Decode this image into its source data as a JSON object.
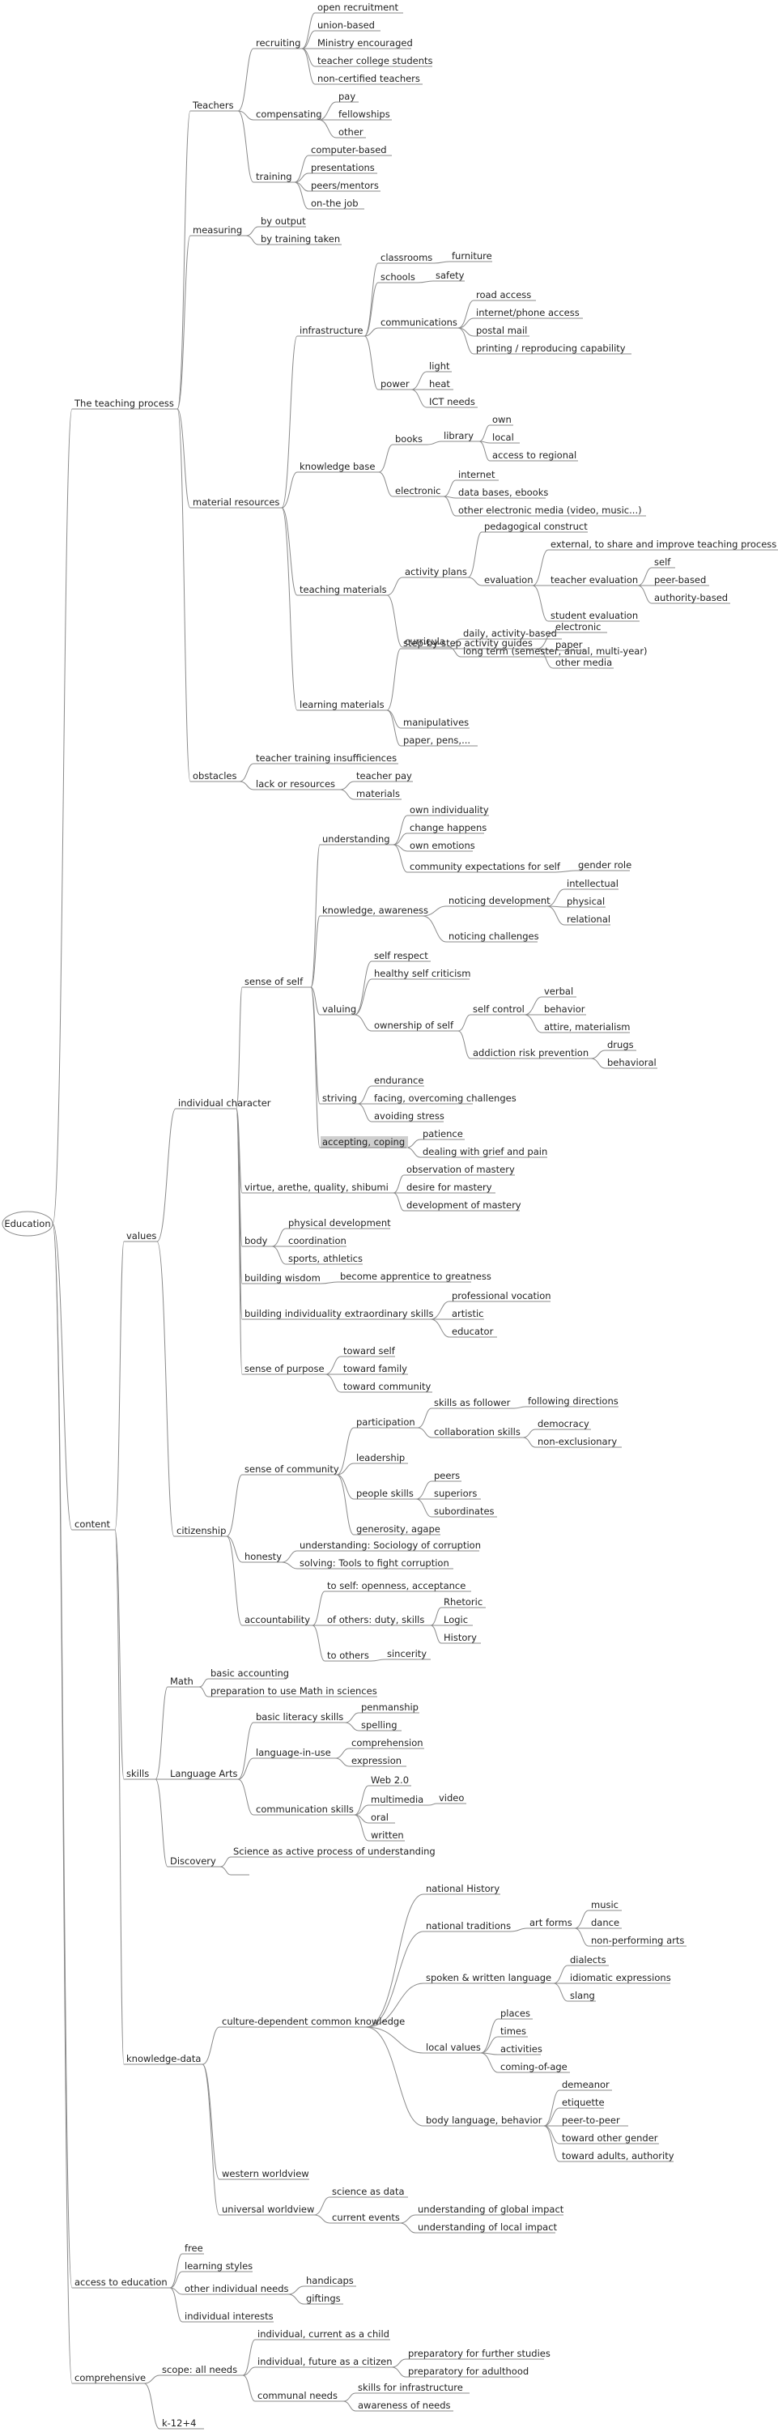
{
  "root": {
    "label": "Education"
  },
  "branches": [
    {
      "id": "teaching",
      "label": "The teaching process",
      "parent": "root"
    },
    {
      "id": "teachers",
      "label": "Teachers",
      "parent": "teaching"
    },
    {
      "id": "recruiting",
      "label": "recruiting",
      "parent": "teachers"
    },
    {
      "id": "r1",
      "label": "open recruitment",
      "parent": "recruiting"
    },
    {
      "id": "r2",
      "label": "union-based",
      "parent": "recruiting"
    },
    {
      "id": "r3",
      "label": "Ministry encouraged",
      "parent": "recruiting"
    },
    {
      "id": "r4",
      "label": "teacher college students",
      "parent": "recruiting"
    },
    {
      "id": "r5",
      "label": "non-certified teachers",
      "parent": "recruiting"
    },
    {
      "id": "compensating",
      "label": "compensating",
      "parent": "teachers"
    },
    {
      "id": "c1",
      "label": "pay",
      "parent": "compensating"
    },
    {
      "id": "c2",
      "label": "fellowships",
      "parent": "compensating"
    },
    {
      "id": "c3",
      "label": "other",
      "parent": "compensating"
    },
    {
      "id": "training",
      "label": "training",
      "parent": "teachers"
    },
    {
      "id": "t1",
      "label": "computer-based",
      "parent": "training"
    },
    {
      "id": "t2",
      "label": "presentations",
      "parent": "training"
    },
    {
      "id": "t3",
      "label": "peers/mentors",
      "parent": "training"
    },
    {
      "id": "t4",
      "label": "on-the job",
      "parent": "training"
    },
    {
      "id": "measuring",
      "label": "measuring",
      "parent": "teaching"
    },
    {
      "id": "m1",
      "label": "by output",
      "parent": "measuring"
    },
    {
      "id": "m2",
      "label": "by training taken",
      "parent": "measuring"
    },
    {
      "id": "matres",
      "label": "material resources",
      "parent": "teaching"
    },
    {
      "id": "infra",
      "label": "infrastructure",
      "parent": "matres"
    },
    {
      "id": "classrooms",
      "label": "classrooms",
      "parent": "infra"
    },
    {
      "id": "furniture",
      "label": "furniture",
      "parent": "classrooms"
    },
    {
      "id": "schools",
      "label": "schools",
      "parent": "infra"
    },
    {
      "id": "safety",
      "label": "safety",
      "parent": "schools"
    },
    {
      "id": "comm",
      "label": "communications",
      "parent": "infra"
    },
    {
      "id": "cm1",
      "label": "road access",
      "parent": "comm"
    },
    {
      "id": "cm2",
      "label": "internet/phone access",
      "parent": "comm"
    },
    {
      "id": "cm3",
      "label": "postal mail",
      "parent": "comm"
    },
    {
      "id": "cm4",
      "label": "printing / reproducing capability",
      "parent": "comm"
    },
    {
      "id": "power",
      "label": "power",
      "parent": "infra"
    },
    {
      "id": "p1",
      "label": "light",
      "parent": "power"
    },
    {
      "id": "p2",
      "label": "heat",
      "parent": "power"
    },
    {
      "id": "p3",
      "label": "ICT needs",
      "parent": "power"
    },
    {
      "id": "kbase",
      "label": "knowledge base",
      "parent": "matres"
    },
    {
      "id": "books",
      "label": "books",
      "parent": "kbase"
    },
    {
      "id": "library",
      "label": "library",
      "parent": "books"
    },
    {
      "id": "l1",
      "label": "own",
      "parent": "library"
    },
    {
      "id": "l2",
      "label": "local",
      "parent": "library"
    },
    {
      "id": "l3",
      "label": "access to regional",
      "parent": "library"
    },
    {
      "id": "electronic",
      "label": "electronic",
      "parent": "kbase"
    },
    {
      "id": "e1",
      "label": "internet",
      "parent": "electronic"
    },
    {
      "id": "e2",
      "label": "data bases, ebooks",
      "parent": "electronic"
    },
    {
      "id": "e3",
      "label": "other electronic media (video, music...)",
      "parent": "electronic"
    },
    {
      "id": "tmat",
      "label": "teaching materials",
      "parent": "matres"
    },
    {
      "id": "aplans",
      "label": "activity plans",
      "parent": "tmat"
    },
    {
      "id": "pedag",
      "label": "pedagogical construct",
      "parent": "aplans"
    },
    {
      "id": "evaluation",
      "label": "evaluation",
      "parent": "aplans"
    },
    {
      "id": "ev1",
      "label": "external, to share and improve teaching process",
      "parent": "evaluation"
    },
    {
      "id": "teval",
      "label": "teacher evaluation",
      "parent": "evaluation"
    },
    {
      "id": "te1",
      "label": "self",
      "parent": "teval"
    },
    {
      "id": "te2",
      "label": "peer-based",
      "parent": "teval"
    },
    {
      "id": "te3",
      "label": "authority-based",
      "parent": "teval"
    },
    {
      "id": "ev3",
      "label": "student evaluation",
      "parent": "evaluation"
    },
    {
      "id": "curricula",
      "label": "curricula",
      "parent": "tmat"
    },
    {
      "id": "cu1",
      "label": "daily, activity-based",
      "parent": "curricula"
    },
    {
      "id": "cu2",
      "label": "long term (semester, anual, multi-year)",
      "parent": "curricula"
    },
    {
      "id": "lmat",
      "label": "learning materials",
      "parent": "matres"
    },
    {
      "id": "stepguides",
      "label": "step-by-step activity guides",
      "parent": "lmat"
    },
    {
      "id": "sg1",
      "label": "electronic",
      "parent": "stepguides"
    },
    {
      "id": "sg2",
      "label": "paper",
      "parent": "stepguides"
    },
    {
      "id": "sg3",
      "label": "other media",
      "parent": "stepguides"
    },
    {
      "id": "lm2",
      "label": "manipulatives",
      "parent": "lmat"
    },
    {
      "id": "lm3",
      "label": "paper, pens,...",
      "parent": "lmat"
    },
    {
      "id": "obstacles",
      "label": "obstacles",
      "parent": "teaching"
    },
    {
      "id": "ob1",
      "label": "teacher training insufficiences",
      "parent": "obstacles"
    },
    {
      "id": "lackres",
      "label": "lack or resources",
      "parent": "obstacles"
    },
    {
      "id": "lr1",
      "label": "teacher pay",
      "parent": "lackres"
    },
    {
      "id": "lr2",
      "label": "materials",
      "parent": "lackres"
    },
    {
      "id": "content",
      "label": "content",
      "parent": "root"
    },
    {
      "id": "values",
      "label": "values",
      "parent": "content"
    },
    {
      "id": "indchar",
      "label": "individual character",
      "parent": "values"
    },
    {
      "id": "sos",
      "label": "sense of self",
      "parent": "indchar"
    },
    {
      "id": "understanding",
      "label": "understanding",
      "parent": "sos"
    },
    {
      "id": "u1",
      "label": "own individuality",
      "parent": "understanding"
    },
    {
      "id": "u2",
      "label": "change happens",
      "parent": "understanding"
    },
    {
      "id": "u3",
      "label": "own emotions",
      "parent": "understanding"
    },
    {
      "id": "u4",
      "label": "community expectations for self",
      "parent": "understanding"
    },
    {
      "id": "u4a",
      "label": "gender role",
      "parent": "u4"
    },
    {
      "id": "knowaware",
      "label": "knowledge, awareness",
      "parent": "sos"
    },
    {
      "id": "notdev",
      "label": "noticing development",
      "parent": "knowaware"
    },
    {
      "id": "nd1",
      "label": "intellectual",
      "parent": "notdev"
    },
    {
      "id": "nd2",
      "label": "physical",
      "parent": "notdev"
    },
    {
      "id": "nd3",
      "label": "relational",
      "parent": "notdev"
    },
    {
      "id": "notch",
      "label": "noticing challenges",
      "parent": "knowaware"
    },
    {
      "id": "valuing",
      "label": "valuing",
      "parent": "sos"
    },
    {
      "id": "va1",
      "label": "self respect",
      "parent": "valuing"
    },
    {
      "id": "va2",
      "label": "healthy self criticism",
      "parent": "valuing"
    },
    {
      "id": "ownself",
      "label": "ownership of self",
      "parent": "valuing"
    },
    {
      "id": "selfctl",
      "label": "self control",
      "parent": "ownself"
    },
    {
      "id": "sc1",
      "label": "verbal",
      "parent": "selfctl"
    },
    {
      "id": "sc2",
      "label": "behavior",
      "parent": "selfctl"
    },
    {
      "id": "sc3",
      "label": "attire, materialism",
      "parent": "selfctl"
    },
    {
      "id": "addict",
      "label": "addiction risk prevention",
      "parent": "ownself"
    },
    {
      "id": "ad1",
      "label": "drugs",
      "parent": "addict"
    },
    {
      "id": "ad2",
      "label": "behavioral",
      "parent": "addict"
    },
    {
      "id": "striving",
      "label": "striving",
      "parent": "sos"
    },
    {
      "id": "st1",
      "label": "endurance",
      "parent": "striving"
    },
    {
      "id": "st2",
      "label": "facing, overcoming challenges",
      "parent": "striving"
    },
    {
      "id": "st3",
      "label": "avoiding stress",
      "parent": "striving"
    },
    {
      "id": "accept",
      "label": "accepting, coping",
      "parent": "sos",
      "highlight": true
    },
    {
      "id": "ac1",
      "label": "patience",
      "parent": "accept"
    },
    {
      "id": "ac2",
      "label": "dealing with grief and pain",
      "parent": "accept"
    },
    {
      "id": "virtue",
      "label": "virtue, arethe, quality, shibumi",
      "parent": "indchar"
    },
    {
      "id": "vi1",
      "label": "observation of mastery",
      "parent": "virtue"
    },
    {
      "id": "vi2",
      "label": "desire for mastery",
      "parent": "virtue"
    },
    {
      "id": "vi3",
      "label": "development of mastery",
      "parent": "virtue"
    },
    {
      "id": "body",
      "label": "body",
      "parent": "indchar"
    },
    {
      "id": "bo1",
      "label": "physical development",
      "parent": "body"
    },
    {
      "id": "bo2",
      "label": "coordination",
      "parent": "body"
    },
    {
      "id": "bo3",
      "label": "sports, athletics",
      "parent": "body"
    },
    {
      "id": "bwisdom",
      "label": "building wisdom",
      "parent": "indchar"
    },
    {
      "id": "bw1",
      "label": "become apprentice to greatness",
      "parent": "bwisdom"
    },
    {
      "id": "bind",
      "label": "building individuality extraordinary skills",
      "parent": "indchar"
    },
    {
      "id": "bi1",
      "label": "professional vocation",
      "parent": "bind"
    },
    {
      "id": "bi2",
      "label": "artistic",
      "parent": "bind"
    },
    {
      "id": "bi3",
      "label": "educator",
      "parent": "bind"
    },
    {
      "id": "purpose",
      "label": "sense of purpose",
      "parent": "indchar"
    },
    {
      "id": "pu1",
      "label": "toward self",
      "parent": "purpose"
    },
    {
      "id": "pu2",
      "label": "toward family",
      "parent": "purpose"
    },
    {
      "id": "pu3",
      "label": "toward community",
      "parent": "purpose"
    },
    {
      "id": "citizen",
      "label": "citizenship",
      "parent": "values"
    },
    {
      "id": "soc",
      "label": "sense of community",
      "parent": "citizen"
    },
    {
      "id": "particip",
      "label": "participation",
      "parent": "soc"
    },
    {
      "id": "sfollow",
      "label": "skills as follower",
      "parent": "particip"
    },
    {
      "id": "sf1",
      "label": "following directions",
      "parent": "sfollow"
    },
    {
      "id": "collab",
      "label": "collaboration skills",
      "parent": "particip"
    },
    {
      "id": "co1",
      "label": "democracy",
      "parent": "collab"
    },
    {
      "id": "co2",
      "label": "non-exclusionary",
      "parent": "collab"
    },
    {
      "id": "leader",
      "label": "leadership",
      "parent": "soc"
    },
    {
      "id": "people",
      "label": "people skills",
      "parent": "soc"
    },
    {
      "id": "pe1",
      "label": "peers",
      "parent": "people"
    },
    {
      "id": "pe2",
      "label": "superiors",
      "parent": "people"
    },
    {
      "id": "pe3",
      "label": "subordinates",
      "parent": "people"
    },
    {
      "id": "gener",
      "label": "generosity, agape",
      "parent": "soc"
    },
    {
      "id": "honesty",
      "label": "honesty",
      "parent": "citizen"
    },
    {
      "id": "ho1",
      "label": "understanding: Sociology of corruption",
      "parent": "honesty"
    },
    {
      "id": "ho2",
      "label": "solving: Tools to fight corruption",
      "parent": "honesty"
    },
    {
      "id": "account",
      "label": "accountability",
      "parent": "citizen"
    },
    {
      "id": "acc1",
      "label": "to self: openness, acceptance",
      "parent": "account"
    },
    {
      "id": "others",
      "label": "of others: duty, skills",
      "parent": "account"
    },
    {
      "id": "ot1",
      "label": "Rhetoric",
      "parent": "others"
    },
    {
      "id": "ot2",
      "label": "Logic",
      "parent": "others"
    },
    {
      "id": "ot3",
      "label": "History",
      "parent": "others"
    },
    {
      "id": "toothers",
      "label": "to others",
      "parent": "account"
    },
    {
      "id": "sincer",
      "label": "sincerity",
      "parent": "toothers"
    },
    {
      "id": "skills",
      "label": "skills",
      "parent": "content"
    },
    {
      "id": "math",
      "label": "Math",
      "parent": "skills"
    },
    {
      "id": "ma1",
      "label": "basic accounting",
      "parent": "math"
    },
    {
      "id": "ma2",
      "label": "preparation to use Math in sciences",
      "parent": "math"
    },
    {
      "id": "langarts",
      "label": "Language Arts",
      "parent": "skills"
    },
    {
      "id": "basiclit",
      "label": "basic literacy skills",
      "parent": "langarts"
    },
    {
      "id": "bl1",
      "label": "penmanship",
      "parent": "basiclit"
    },
    {
      "id": "bl2",
      "label": "spelling",
      "parent": "basiclit"
    },
    {
      "id": "languse",
      "label": "language-in-use",
      "parent": "langarts"
    },
    {
      "id": "lu1",
      "label": "comprehension",
      "parent": "languse"
    },
    {
      "id": "lu2",
      "label": "expression",
      "parent": "languse"
    },
    {
      "id": "commskills",
      "label": "communication skills",
      "parent": "langarts"
    },
    {
      "id": "cs1",
      "label": "Web 2.0",
      "parent": "commskills"
    },
    {
      "id": "multimedia",
      "label": "multimedia",
      "parent": "commskills"
    },
    {
      "id": "video",
      "label": "video",
      "parent": "multimedia"
    },
    {
      "id": "cs3",
      "label": "oral",
      "parent": "commskills"
    },
    {
      "id": "cs4",
      "label": "written",
      "parent": "commskills"
    },
    {
      "id": "discovery",
      "label": "Discovery",
      "parent": "skills"
    },
    {
      "id": "di1",
      "label": "Science as active process of understanding",
      "parent": "discovery"
    },
    {
      "id": "di2",
      "label": "",
      "parent": "discovery"
    },
    {
      "id": "kdata",
      "label": "knowledge-data",
      "parent": "content"
    },
    {
      "id": "culture",
      "label": "culture-dependent common knowledge",
      "parent": "kdata"
    },
    {
      "id": "nathist",
      "label": "national History",
      "parent": "culture"
    },
    {
      "id": "nattrad",
      "label": "national traditions",
      "parent": "culture"
    },
    {
      "id": "artforms",
      "label": "art forms",
      "parent": "nattrad"
    },
    {
      "id": "af1",
      "label": "music",
      "parent": "artforms"
    },
    {
      "id": "af2",
      "label": "dance",
      "parent": "artforms"
    },
    {
      "id": "af3",
      "label": "non-performing arts",
      "parent": "artforms"
    },
    {
      "id": "spoken",
      "label": "spoken & written language",
      "parent": "culture"
    },
    {
      "id": "sp1",
      "label": "dialects",
      "parent": "spoken"
    },
    {
      "id": "sp2",
      "label": "idiomatic expressions",
      "parent": "spoken"
    },
    {
      "id": "sp3",
      "label": "slang",
      "parent": "spoken"
    },
    {
      "id": "localv",
      "label": "local values",
      "parent": "culture"
    },
    {
      "id": "lv1",
      "label": "places",
      "parent": "localv"
    },
    {
      "id": "lv2",
      "label": "times",
      "parent": "localv"
    },
    {
      "id": "lv3",
      "label": "activities",
      "parent": "localv"
    },
    {
      "id": "lv4",
      "label": "coming-of-age",
      "parent": "localv"
    },
    {
      "id": "bodylang",
      "label": "body language, behavior",
      "parent": "culture"
    },
    {
      "id": "bl_1",
      "label": "demeanor",
      "parent": "bodylang"
    },
    {
      "id": "bl_2",
      "label": "etiquette",
      "parent": "bodylang"
    },
    {
      "id": "bl_3",
      "label": "peer-to-peer",
      "parent": "bodylang"
    },
    {
      "id": "bl_4",
      "label": "toward other gender",
      "parent": "bodylang"
    },
    {
      "id": "bl_5",
      "label": "toward adults, authority",
      "parent": "bodylang"
    },
    {
      "id": "western",
      "label": "western worldview",
      "parent": "kdata"
    },
    {
      "id": "universal",
      "label": "universal worldview",
      "parent": "kdata"
    },
    {
      "id": "un1",
      "label": "science as data",
      "parent": "universal"
    },
    {
      "id": "currev",
      "label": "current events",
      "parent": "universal"
    },
    {
      "id": "ce1",
      "label": "understanding of global impact",
      "parent": "currev"
    },
    {
      "id": "ce2",
      "label": "understanding of local impact",
      "parent": "currev"
    },
    {
      "id": "access",
      "label": "access to education",
      "parent": "root"
    },
    {
      "id": "ax1",
      "label": "free",
      "parent": "access"
    },
    {
      "id": "ax2",
      "label": "learning styles",
      "parent": "access"
    },
    {
      "id": "ax3",
      "label": "other individual needs",
      "parent": "access"
    },
    {
      "id": "ax3a",
      "label": "handicaps",
      "parent": "ax3"
    },
    {
      "id": "ax3b",
      "label": "giftings",
      "parent": "ax3"
    },
    {
      "id": "ax4",
      "label": "individual interests",
      "parent": "access"
    },
    {
      "id": "compre",
      "label": "comprehensive",
      "parent": "root"
    },
    {
      "id": "scope",
      "label": "scope: all needs",
      "parent": "compre"
    },
    {
      "id": "sc_1",
      "label": "individual, current as a child",
      "parent": "scope"
    },
    {
      "id": "future",
      "label": "individual, future as a citizen",
      "parent": "scope"
    },
    {
      "id": "fu1",
      "label": "preparatory for further studies",
      "parent": "future"
    },
    {
      "id": "fu2",
      "label": "preparatory for adulthood",
      "parent": "future"
    },
    {
      "id": "commneeds",
      "label": "communal needs",
      "parent": "scope"
    },
    {
      "id": "cn1",
      "label": "skills for infrastructure",
      "parent": "commneeds"
    },
    {
      "id": "cn2",
      "label": "awareness of needs",
      "parent": "commneeds"
    },
    {
      "id": "k12",
      "label": "k-12+4",
      "parent": "compre"
    }
  ]
}
